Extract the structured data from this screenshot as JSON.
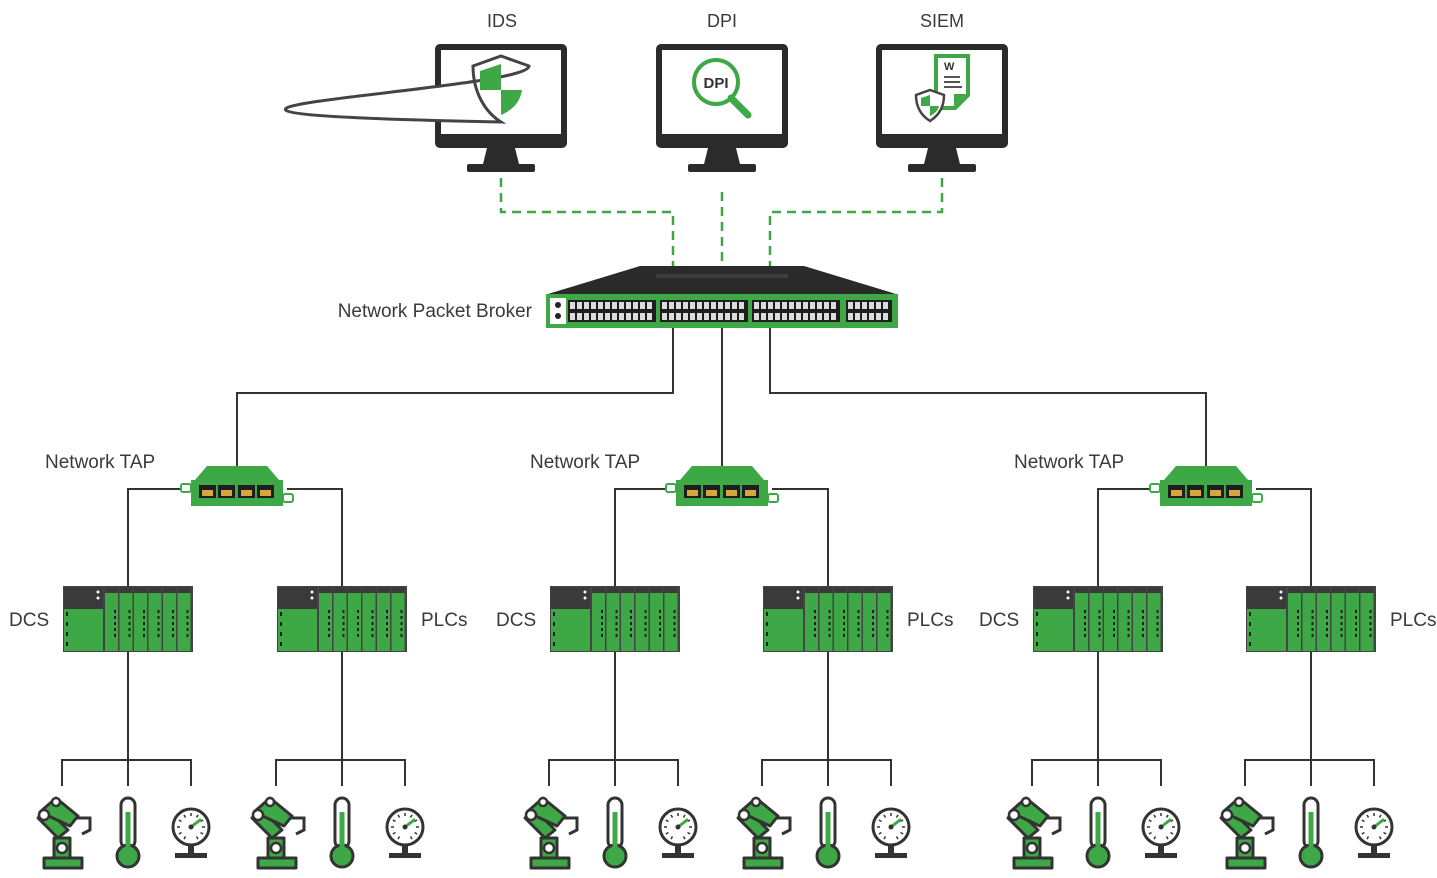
{
  "monitors": [
    {
      "label": "IDS",
      "icon": "shield-icon"
    },
    {
      "label": "DPI",
      "icon": "dpi-magnifier-icon",
      "badge": "DPI"
    },
    {
      "label": "SIEM",
      "icon": "siem-document-icon",
      "badge": "W"
    }
  ],
  "broker": {
    "label": "Network Packet Broker"
  },
  "branches": [
    {
      "tap_label": "Network TAP",
      "left_label": "DCS",
      "right_label": "PLCs"
    },
    {
      "tap_label": "Network TAP",
      "left_label": "DCS",
      "right_label": "PLCs"
    },
    {
      "tap_label": "Network TAP",
      "left_label": "DCS",
      "right_label": "PLCs"
    }
  ],
  "field_devices": [
    "robot-arm-icon",
    "thermometer-icon",
    "pressure-gauge-icon"
  ],
  "colors": {
    "accent": "#3da845",
    "accent_dark": "#2f8a36",
    "line": "#333333",
    "screen": "#2b2b2b"
  }
}
